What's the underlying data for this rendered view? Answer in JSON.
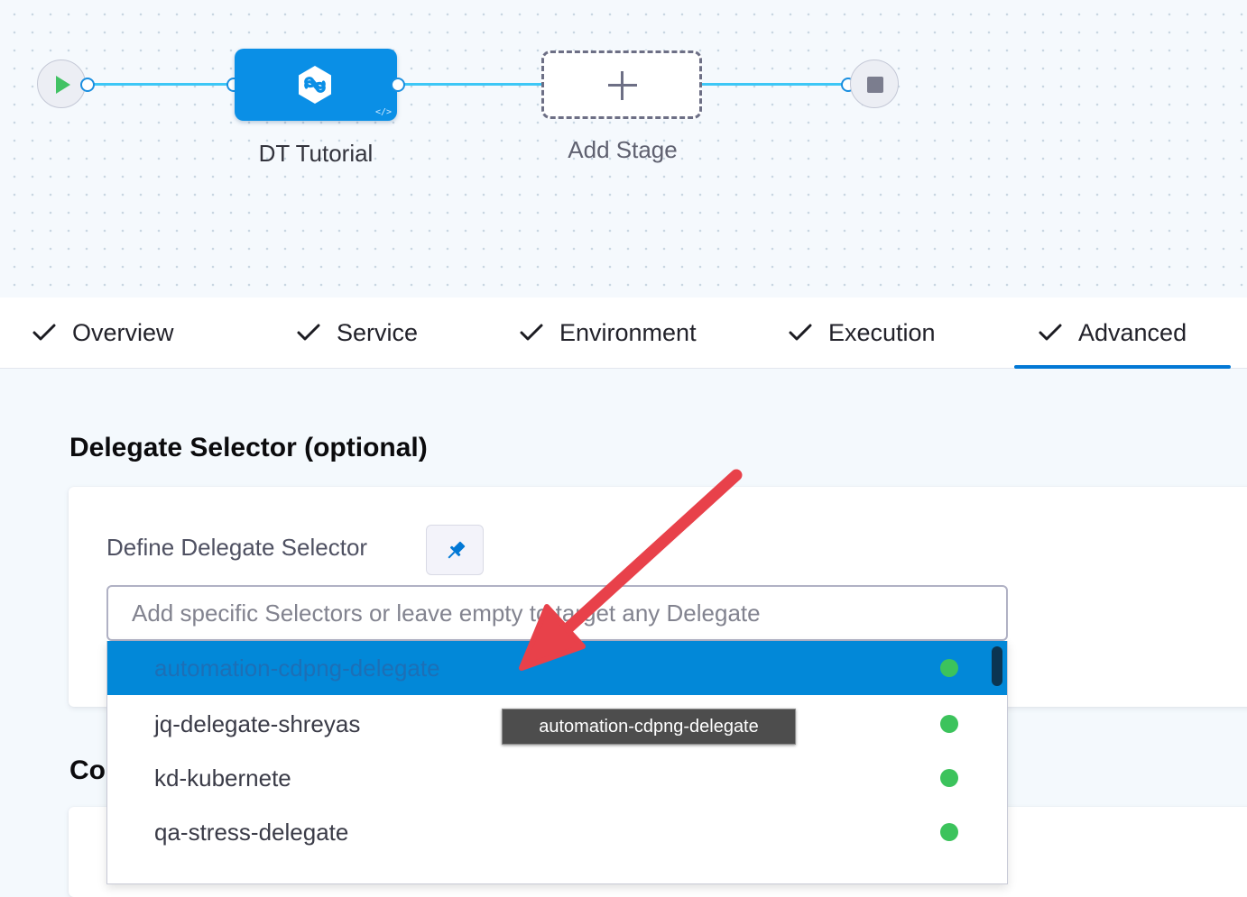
{
  "pipeline": {
    "start_icon": "play-icon",
    "end_icon": "stop-icon",
    "stage": {
      "label": "DT Tutorial",
      "icon": "deployment-stage-icon",
      "badge": "</>"
    },
    "add_stage": {
      "label": "Add Stage",
      "icon": "plus-icon"
    },
    "colors": {
      "connector": "#3dc7f6",
      "stage": "#0a8fe6",
      "start": "#42c264"
    }
  },
  "tabs": [
    {
      "label": "Overview",
      "completed": true
    },
    {
      "label": "Service",
      "completed": true
    },
    {
      "label": "Environment",
      "completed": true
    },
    {
      "label": "Execution",
      "completed": true
    },
    {
      "label": "Advanced",
      "completed": true,
      "active": true
    }
  ],
  "section": {
    "title": "Delegate Selector (optional)",
    "field_label": "Define Delegate Selector",
    "pin_icon": "pin-icon",
    "input": {
      "value": "",
      "placeholder": "Add specific Selectors or leave empty to target any Delegate"
    },
    "next_section_title_partial": "Co"
  },
  "dropdown": {
    "options": [
      {
        "label": "automation-cdpng-delegate",
        "status": "connected",
        "highlighted": true
      },
      {
        "label": "jq-delegate-shreyas",
        "status": "connected"
      },
      {
        "label": "kd-kubernete",
        "status": "connected"
      },
      {
        "label": "qa-stress-delegate",
        "status": "connected"
      }
    ],
    "status_color": "#3cc35c",
    "highlight_color": "#0288d8"
  },
  "tooltip": {
    "text": "automation-cdpng-delegate"
  },
  "annotation": {
    "type": "arrow",
    "color": "#e8414a"
  }
}
